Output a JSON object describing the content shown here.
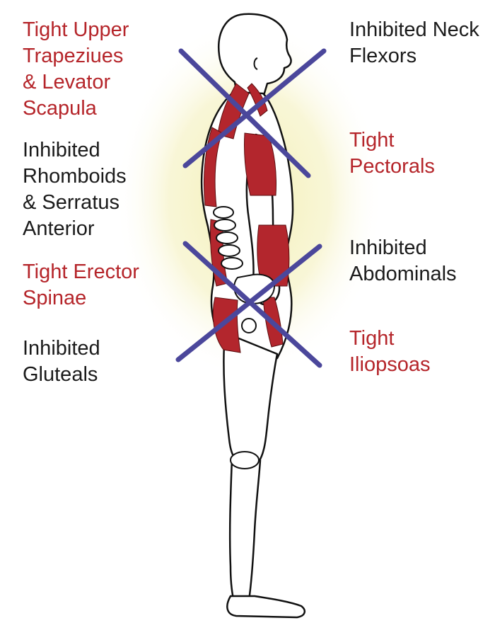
{
  "labels": {
    "left": [
      {
        "kind": "tight",
        "text": "Tight Upper\nTrapeziues\n& Levator\nScapula"
      },
      {
        "kind": "inhibited",
        "text": "Inhibited\nRhomboids\n& Serratus\nAnterior"
      },
      {
        "kind": "tight",
        "text": "Tight Erector\nSpinae"
      },
      {
        "kind": "inhibited",
        "text": "Inhibited\nGluteals"
      }
    ],
    "right": [
      {
        "kind": "inhibited",
        "text": "Inhibited Neck\nFlexors"
      },
      {
        "kind": "tight",
        "text": "Tight\nPectorals"
      },
      {
        "kind": "inhibited",
        "text": "Inhibited\nAbdominals"
      },
      {
        "kind": "tight",
        "text": "Tight\nIliopsoas"
      }
    ]
  },
  "colors": {
    "tight": "#b5252a",
    "inhibited": "#1b1b1b",
    "cross": "#4b479b",
    "muscle": "#b3262d",
    "glow": "#f3f0b4"
  }
}
